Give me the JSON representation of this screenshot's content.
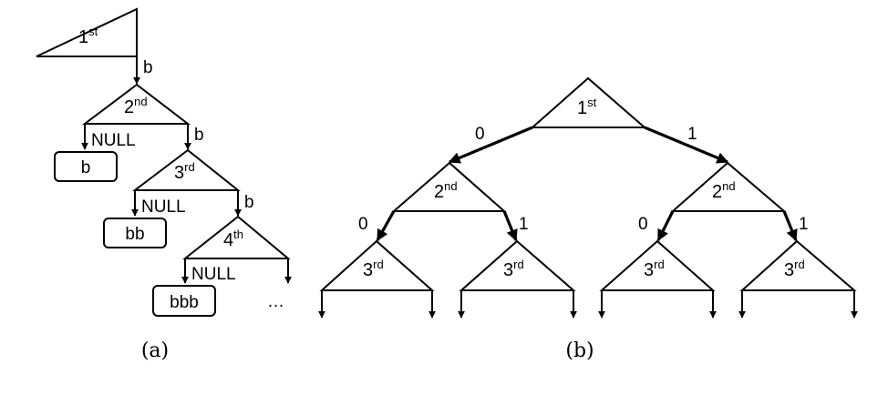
{
  "panel_a": {
    "caption": "(a)",
    "nodes": [
      {
        "num": "1",
        "sup": "st"
      },
      {
        "num": "2",
        "sup": "nd"
      },
      {
        "num": "3",
        "sup": "rd"
      },
      {
        "num": "4",
        "sup": "th"
      }
    ],
    "edge_labels": {
      "b1": "b",
      "b2": "b",
      "b3": "b"
    },
    "null_labels": [
      "NULL",
      "NULL",
      "NULL"
    ],
    "boxes": [
      "b",
      "bb",
      "bbb"
    ],
    "ellipsis": "…"
  },
  "panel_b": {
    "caption": "(b)",
    "root": {
      "num": "1",
      "sup": "st"
    },
    "level2": [
      {
        "num": "2",
        "sup": "nd"
      },
      {
        "num": "2",
        "sup": "nd"
      }
    ],
    "level3": [
      {
        "num": "3",
        "sup": "rd"
      },
      {
        "num": "3",
        "sup": "rd"
      },
      {
        "num": "3",
        "sup": "rd"
      },
      {
        "num": "3",
        "sup": "rd"
      }
    ],
    "edge_labels_top": [
      "0",
      "1"
    ],
    "edge_labels_mid_left": [
      "0",
      "1"
    ],
    "edge_labels_mid_right": [
      "0",
      "1"
    ]
  }
}
